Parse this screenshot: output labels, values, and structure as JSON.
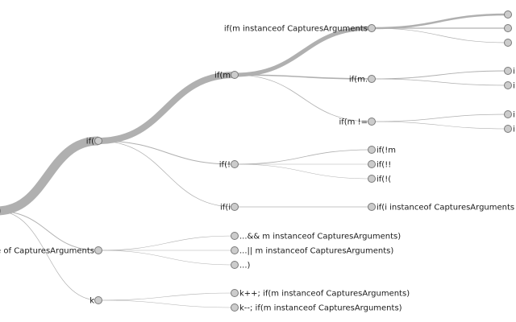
{
  "nodes": {
    "root": {
      "label": ""
    },
    "n_if": {
      "label": "if("
    },
    "n_ifm": {
      "label": "if(m"
    },
    "n_ifmi": {
      "label": "if(m instanceof CapturesArguments"
    },
    "n_l1": {
      "label": ""
    },
    "n_l2": {
      "label": ""
    },
    "n_l3": {
      "label": ""
    },
    "n_ifmd": {
      "label": "if(m."
    },
    "n_l4": {
      "label": "i"
    },
    "n_l5": {
      "label": "i"
    },
    "n_ifmne": {
      "label": "if(m !="
    },
    "n_l6": {
      "label": "i"
    },
    "n_l7": {
      "label": "i"
    },
    "n_ifb": {
      "label": "if(!"
    },
    "n_ifbm": {
      "label": "if(!m"
    },
    "n_ifbb": {
      "label": "if(!!"
    },
    "n_ifbp": {
      "label": "if(!("
    },
    "n_ifi": {
      "label": "if(i"
    },
    "n_ifii": {
      "label": "if(i instanceof CapturesArguments"
    },
    "n_nce": {
      "label": "nce of CapturesArguments"
    },
    "n_and": {
      "label": "...&& m instanceof CapturesArguments)"
    },
    "n_or": {
      "label": "...|| m instanceof CapturesArguments)"
    },
    "n_par": {
      "label": "...)"
    },
    "n_k": {
      "label": "k"
    },
    "n_kpp": {
      "label": "k++; if(m instanceof CapturesArguments)"
    },
    "n_kmm": {
      "label": "k--; if(m instanceof CapturesArguments)"
    }
  },
  "edges": [
    {
      "from": "root",
      "to": "n_if",
      "weight": 11
    },
    {
      "from": "root",
      "to": "n_nce",
      "weight": 1
    },
    {
      "from": "root",
      "to": "n_k",
      "weight": 0.7
    },
    {
      "from": "n_if",
      "to": "n_ifm",
      "weight": 8
    },
    {
      "from": "n_if",
      "to": "n_ifb",
      "weight": 1
    },
    {
      "from": "n_if",
      "to": "n_ifi",
      "weight": 0.7
    },
    {
      "from": "n_ifm",
      "to": "n_ifmi",
      "weight": 5
    },
    {
      "from": "n_ifm",
      "to": "n_ifmd",
      "weight": 1.6
    },
    {
      "from": "n_ifm",
      "to": "n_ifmne",
      "weight": 0.8
    },
    {
      "from": "n_ifmi",
      "to": "n_l1",
      "weight": 2.5
    },
    {
      "from": "n_ifmi",
      "to": "n_l2",
      "weight": 1.2
    },
    {
      "from": "n_ifmi",
      "to": "n_l3",
      "weight": 0.7
    },
    {
      "from": "n_ifmd",
      "to": "n_l4",
      "weight": 1
    },
    {
      "from": "n_ifmd",
      "to": "n_l5",
      "weight": 0.7
    },
    {
      "from": "n_ifmne",
      "to": "n_l6",
      "weight": 0.8
    },
    {
      "from": "n_ifmne",
      "to": "n_l7",
      "weight": 0.6
    },
    {
      "from": "n_ifb",
      "to": "n_ifbm",
      "weight": 0.8
    },
    {
      "from": "n_ifb",
      "to": "n_ifbb",
      "weight": 0.6
    },
    {
      "from": "n_ifb",
      "to": "n_ifbp",
      "weight": 0.5
    },
    {
      "from": "n_ifi",
      "to": "n_ifii",
      "weight": 0.7
    },
    {
      "from": "n_nce",
      "to": "n_and",
      "weight": 0.6
    },
    {
      "from": "n_nce",
      "to": "n_or",
      "weight": 0.6
    },
    {
      "from": "n_nce",
      "to": "n_par",
      "weight": 0.5
    },
    {
      "from": "n_k",
      "to": "n_kpp",
      "weight": 0.6
    },
    {
      "from": "n_k",
      "to": "n_kmm",
      "weight": 0.5
    }
  ]
}
